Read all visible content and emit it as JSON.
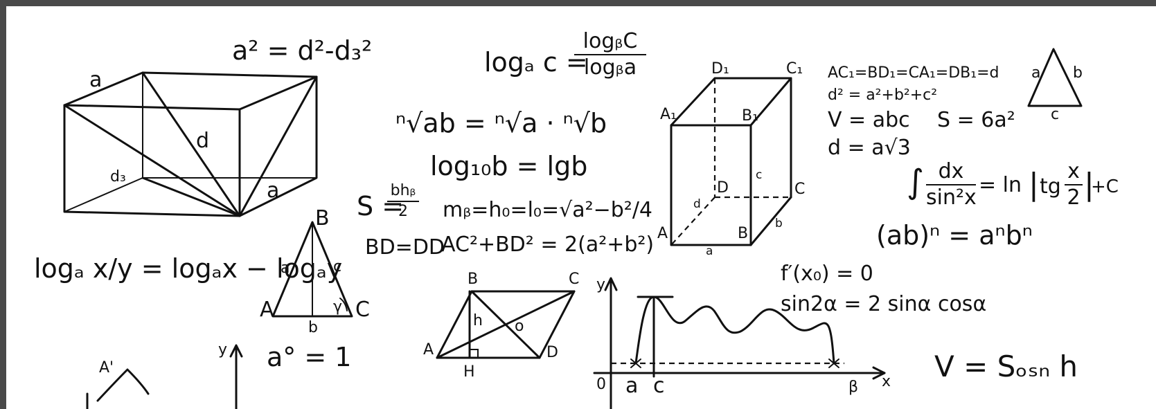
{
  "page": {
    "background": "#ffffff",
    "frame_color": "#4a4a4a",
    "ink_color": "#111111"
  },
  "prism": {
    "formula": "a² = d²-d₃²",
    "labels": {
      "a_top": "a",
      "d": "d",
      "d3": "d₃",
      "a_base": "a"
    }
  },
  "log_base_change": {
    "lhs": "logₐ c =",
    "numerator": "logᵦC",
    "denominator": "logᵦa"
  },
  "root_product": "ⁿ√ab = ⁿ√a · ⁿ√b",
  "log10": "log₁₀b = lgb",
  "area_formula": {
    "lhs": "S =",
    "numerator": "bhᵦ",
    "denominator": "2"
  },
  "medians": "mᵦ=h₀=l₀=√a²−b²/4",
  "bd_dd": "BD=DD",
  "ac_bd": "AC²+BD² = 2(a²+b²)",
  "log_quotient": "logₐ x/y = logₐx − logₐy",
  "triangle_iso": {
    "A": "A",
    "B": "B",
    "C": "C",
    "a": "a",
    "b": "b",
    "c": "c",
    "gamma": "γ"
  },
  "a_power_zero": "a° = 1",
  "small_axis_y": "y",
  "rotation_label": "A'",
  "parallelogram": {
    "A": "A",
    "B": "B",
    "C": "C",
    "D": "D",
    "H": "H",
    "h": "h",
    "o": "o"
  },
  "graph": {
    "y": "y",
    "x": "x",
    "o": "0",
    "a": "a",
    "c": "c",
    "b": "β"
  },
  "derivative": "f′(x₀) = 0",
  "sin_double": "sin2α = 2 sinα cosα",
  "cube": {
    "vertices": {
      "A": "A",
      "A1": "A₁",
      "B": "B",
      "B1": "B₁",
      "C": "C",
      "C1": "C₁",
      "D": "D",
      "D1": "D₁"
    },
    "edges": {
      "a": "a",
      "b": "b",
      "c": "c",
      "d": "d"
    }
  },
  "cube_formulas": {
    "diagonals": "AC₁=BD₁=CA₁=DB₁=d",
    "d_squared": "d² = a²+b²+c²",
    "volume": "V = abc",
    "surface": "S = 6a²",
    "diag_cube": "d = a√3"
  },
  "triangle_small": {
    "a": "a",
    "b": "b",
    "c": "c"
  },
  "integral": {
    "int_sign": "∫",
    "numerator": "dx",
    "denominator": "sin²x",
    "mid": "= ln",
    "tg": "tg",
    "frac_num": "x",
    "frac_den": "2",
    "tail": "+C"
  },
  "power_product": "(ab)ⁿ = aⁿbⁿ",
  "cone_volume": "V = Sₒₛₙ h"
}
